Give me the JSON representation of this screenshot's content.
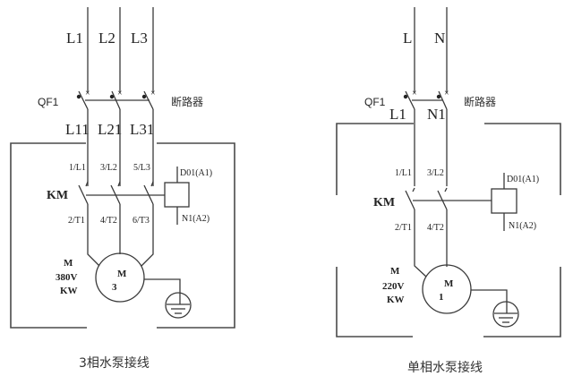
{
  "diagrams": {
    "three_phase": {
      "supply_labels": [
        "L1",
        "L2",
        "L3"
      ],
      "breaker_label": "QF1",
      "breaker_name": "断路器",
      "breaker_out_labels": [
        "L11",
        "L21",
        "L31"
      ],
      "contactor_in_labels": [
        "1/L1",
        "3/L2",
        "5/L3"
      ],
      "contactor_label": "KM",
      "contactor_out_labels": [
        "2/T1",
        "4/T2",
        "6/T3"
      ],
      "coil_top_label": "D01(A1)",
      "coil_bottom_label": "N1(A2)",
      "motor_side": [
        "M",
        "380V",
        "KW"
      ],
      "motor_symbol": "M",
      "motor_phase": "3",
      "caption": "3相水泵接线"
    },
    "single_phase": {
      "supply_labels": [
        "L",
        "N"
      ],
      "breaker_label": "QF1",
      "breaker_name": "断路器",
      "breaker_out_labels": [
        "L1",
        "N1"
      ],
      "contactor_in_labels": [
        "1/L1",
        "3/L2"
      ],
      "contactor_label": "KM",
      "contactor_out_labels": [
        "2/T1",
        "4/T2"
      ],
      "coil_top_label": "D01(A1)",
      "coil_bottom_label": "N1(A2)",
      "motor_side": [
        "M",
        "220V",
        "KW"
      ],
      "motor_symbol": "M",
      "motor_phase": "1",
      "caption": "单相水泵接线"
    }
  }
}
